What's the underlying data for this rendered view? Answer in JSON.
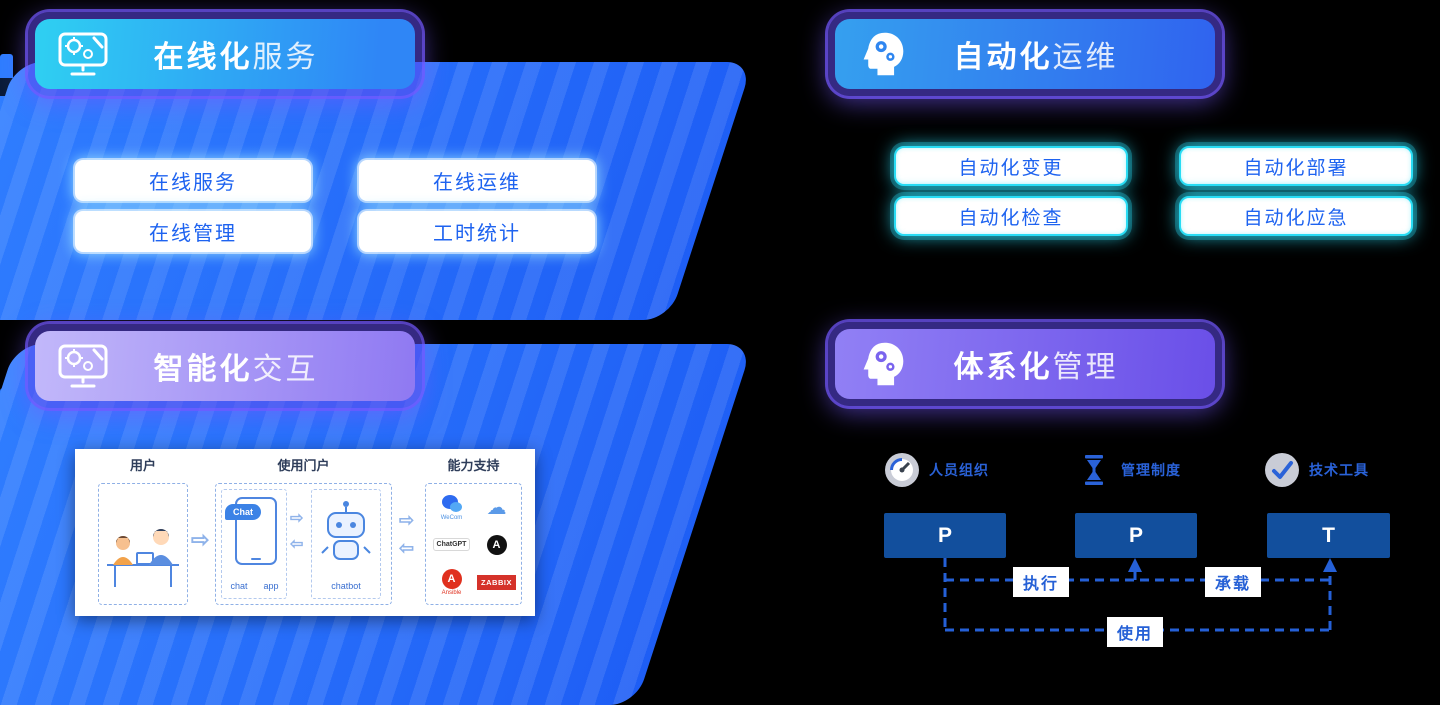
{
  "colors": {
    "primary_blue": "#1E63F0",
    "cyan_accent": "#29DCF4",
    "purple_accent": "#7C5CFF",
    "navy_box": "#124F9D",
    "red_brand": "#D5322A"
  },
  "icons": {
    "arrow_right": "⇨",
    "arrow_left": "⇦",
    "cloud": "☁"
  },
  "left": {
    "online": {
      "title_bold": "在线化",
      "title_rest": "服务",
      "buttons": [
        "在线服务",
        "在线运维",
        "在线管理",
        "工时统计"
      ]
    },
    "intelligent": {
      "title_bold": "智能化",
      "title_rest": "交互",
      "flow": {
        "columns": [
          "用户",
          "使用门户",
          "能力支持"
        ],
        "bubble": "Chat",
        "chat_label": "chat",
        "app_label": "app",
        "chatbot_label": "chatbot",
        "chips": {
          "wecom": "WeCom",
          "chatgpt": "ChatGPT",
          "a_letter": "A",
          "ansible": "Ansible",
          "zabbix": "ZABBIX"
        }
      }
    }
  },
  "right": {
    "automation": {
      "title_bold": "自动化",
      "title_rest": "运维",
      "buttons": [
        "自动化变更",
        "自动化检查",
        "自动化部署",
        "自动化应急"
      ]
    },
    "system": {
      "title_bold": "体系化",
      "title_rest": "管理",
      "groups": [
        {
          "label": "人员组织",
          "letter": "P"
        },
        {
          "label": "管理制度",
          "letter": "P"
        },
        {
          "label": "技术工具",
          "letter": "T"
        }
      ],
      "edges": {
        "execute": "执行",
        "carry": "承载",
        "use": "使用"
      }
    }
  }
}
